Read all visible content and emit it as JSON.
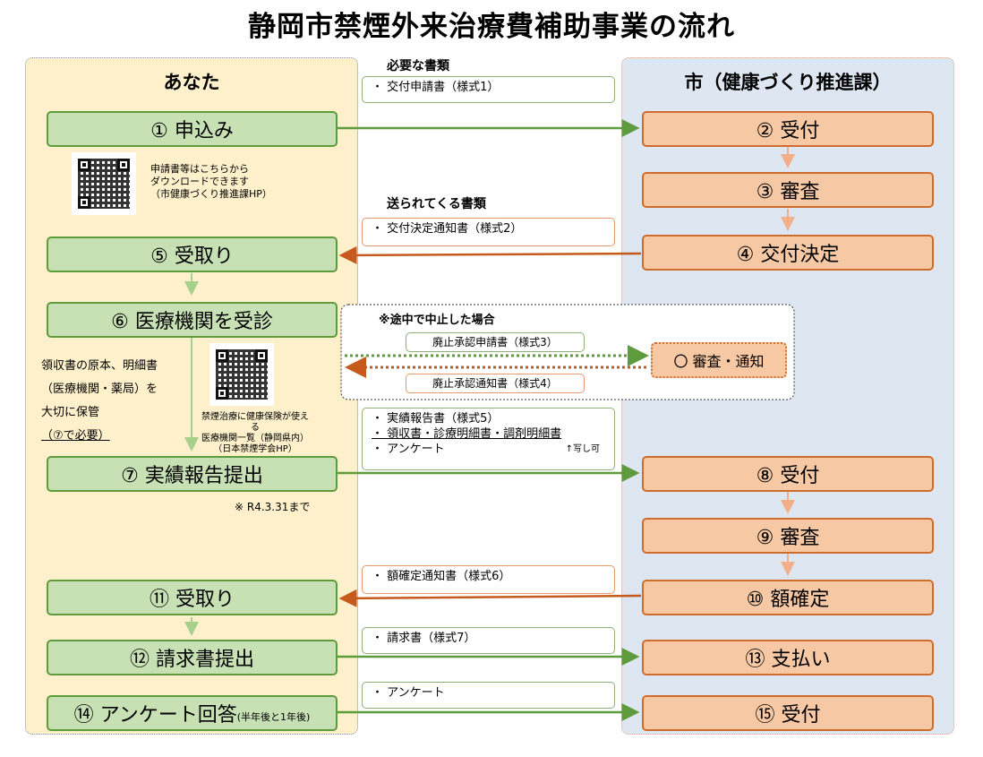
{
  "title": "静岡市禁煙外来治療費補助事業の流れ",
  "left_panel": {
    "heading": "あなた"
  },
  "right_panel": {
    "heading": "市（健康づくり推進課）"
  },
  "steps": {
    "s1": "① 申込み",
    "s2": "② 受付",
    "s3": "③ 審査",
    "s4": "④ 交付決定",
    "s5": "⑤ 受取り",
    "s6": "⑥ 医療機関を受診",
    "s7": "⑦ 実績報告提出",
    "s8": "⑧ 受付",
    "s9": "⑨ 審査",
    "s10": "⑩ 額確定",
    "s11": "⑪ 受取り",
    "s12": "⑫ 請求書提出",
    "s13": "⑬ 支払い",
    "s14": "⑭ アンケート回答",
    "s14_note": "(半年後と1年後)",
    "s15": "⑮ 受付"
  },
  "docs": {
    "needed_label": "必要な書類",
    "d1": "・ 交付申請書（様式1）",
    "sent_label": "送られてくる書類",
    "d2": "・ 交付決定通知書（様式2）",
    "d7_line1": "・ 実績報告書（様式5）",
    "d7_line2": "・ 領収書・診療明細書・調剤明細書",
    "d7_line3": "・ アンケート",
    "d7_copy": "↑写し可",
    "d10": "・ 額確定通知書（様式6）",
    "d12": "・ 請求書（様式7）",
    "d14": "・ アンケート"
  },
  "cancel": {
    "label": "※途中で中止した場合",
    "request": "廃止承認申請書（様式3）",
    "notice": "廃止承認通知書（様式4）",
    "review": "〇 審査・通知"
  },
  "qr1_caption": [
    "申請書等はこちらから",
    "ダウンロードできます",
    "（市健康づくり推進課HP）"
  ],
  "qr2_caption": [
    "禁煙治療に健康保険が使える",
    "医療機関一覧（静岡県内）",
    "（日本禁煙学会HP）"
  ],
  "keep_note": {
    "l1": "領収書の原本、明細書",
    "l2": "（医療機関・薬局）を",
    "l3": "大切に保管",
    "l4": "（⑦で必要）"
  },
  "deadline": "※ R4.3.31まで",
  "colors": {
    "green_box": "#c7e0b4",
    "green_border": "#5e9b3d",
    "orange_box": "#f7c8a4",
    "orange_border": "#cf6d2c",
    "left_panel": "#fdf0cb",
    "right_panel": "#dde6f1"
  }
}
